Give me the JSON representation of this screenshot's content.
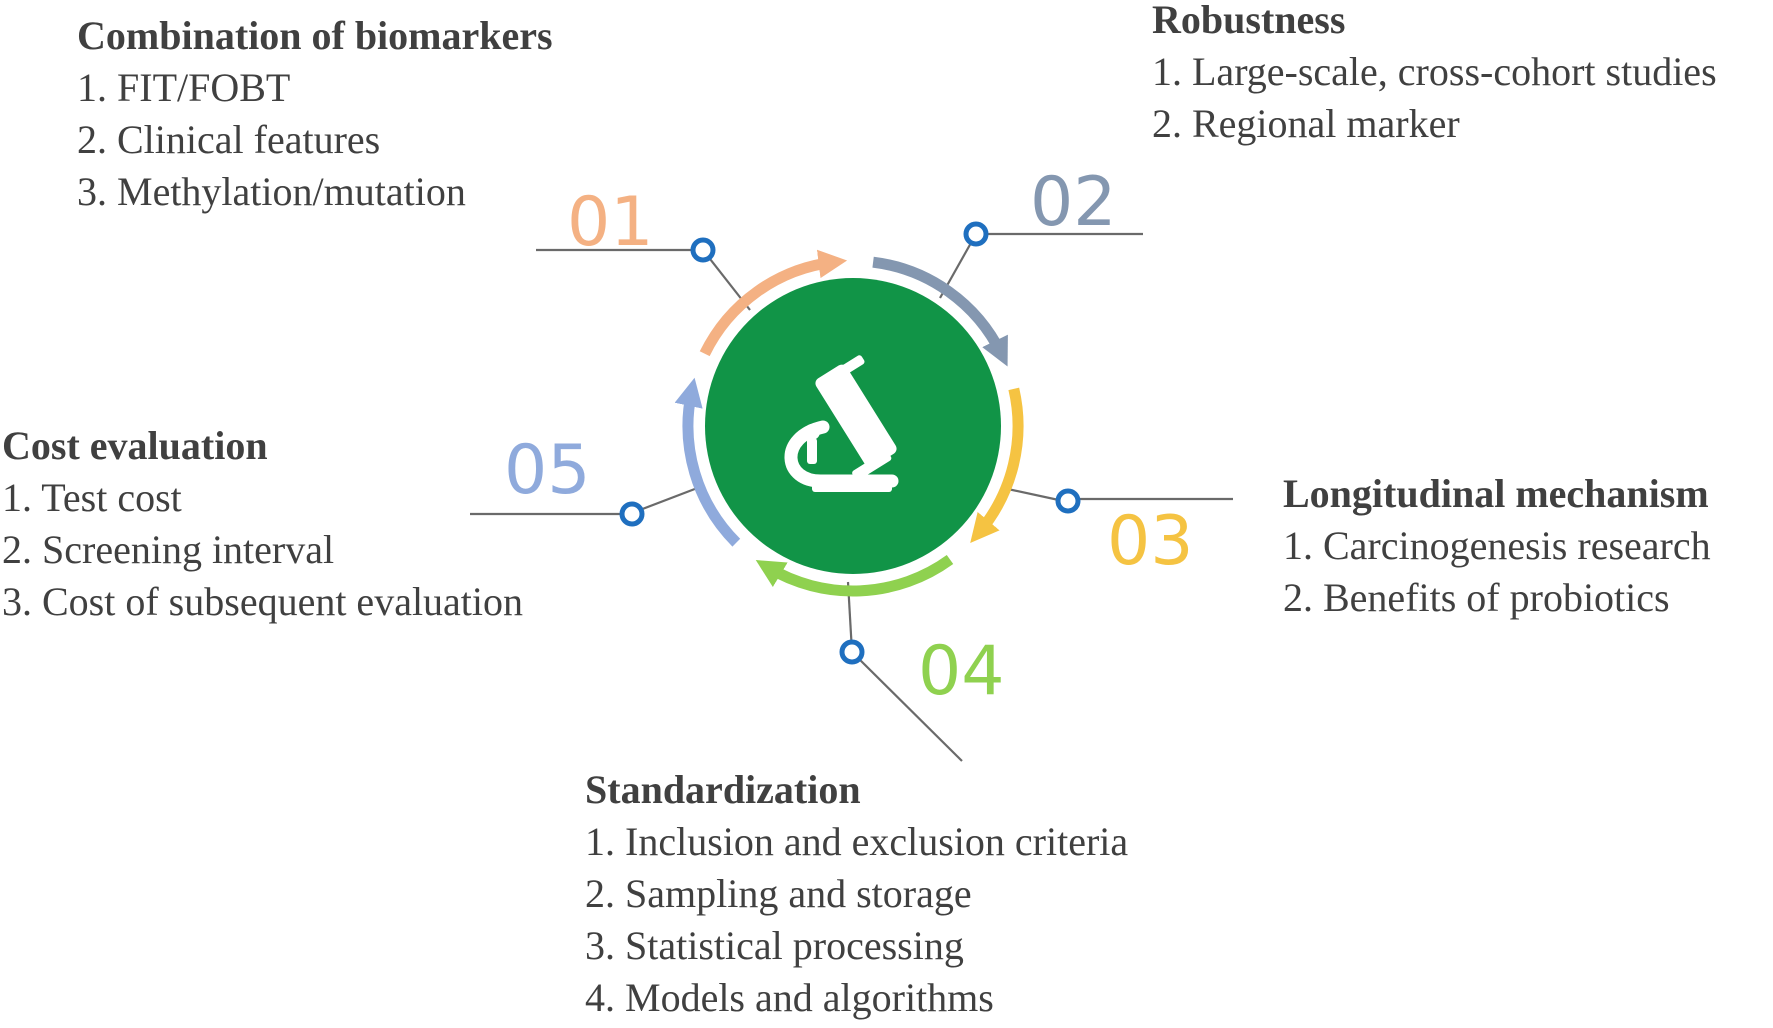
{
  "colors": {
    "step1": "#f4b183",
    "step2": "#8497b0",
    "step3": "#f5c342",
    "step4": "#8fd14f",
    "step5": "#8faadc",
    "center": "#119447",
    "dot": "#1f6fbf",
    "connector": "#6a6a6a",
    "text": "#404040"
  },
  "center_icon": "microscope-icon",
  "steps": [
    {
      "number": "01",
      "title": "Combination of biomarkers",
      "items": [
        "1. FIT/FOBT",
        "2. Clinical features",
        "3. Methylation/mutation"
      ]
    },
    {
      "number": "02",
      "title": "Robustness",
      "items": [
        "1. Large-scale, cross-cohort studies",
        "2. Regional marker"
      ]
    },
    {
      "number": "03",
      "title": "Longitudinal mechanism",
      "items": [
        "1. Carcinogenesis research",
        "2. Benefits of probiotics"
      ]
    },
    {
      "number": "04",
      "title": "Standardization",
      "items": [
        "1. Inclusion and exclusion criteria",
        "2. Sampling and storage",
        "3. Statistical processing",
        "4. Models and algorithms"
      ]
    },
    {
      "number": "05",
      "title": "Cost evaluation",
      "items": [
        "1. Test cost",
        "2. Screening interval",
        "3. Cost of subsequent evaluation"
      ]
    }
  ]
}
